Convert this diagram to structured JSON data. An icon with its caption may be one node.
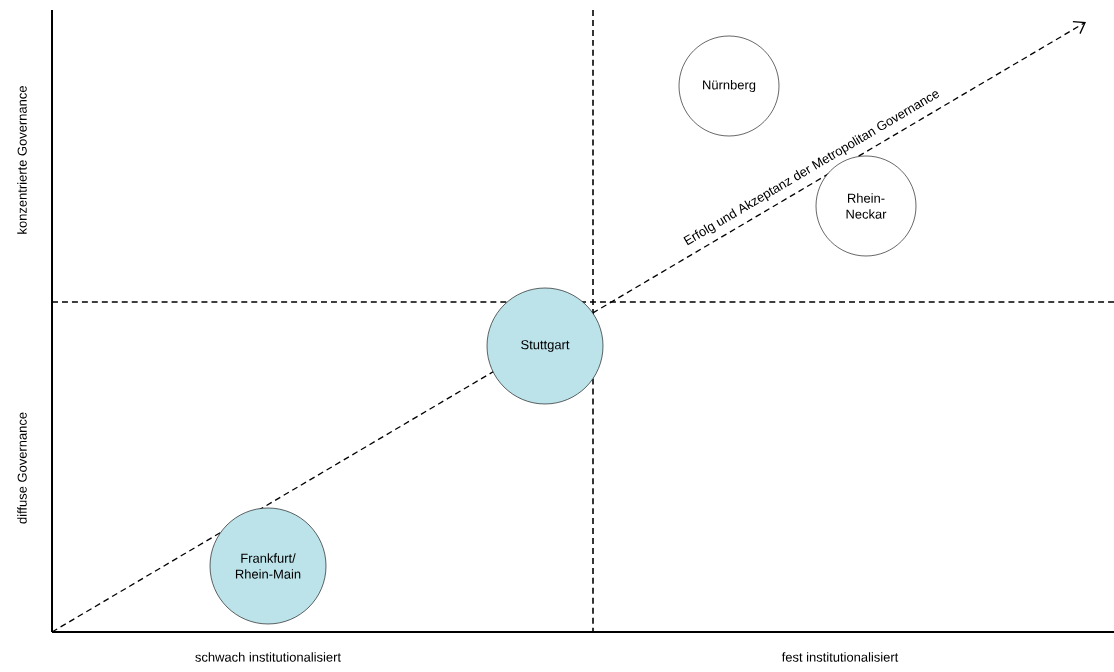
{
  "diagram": {
    "nodes": [
      {
        "text": [
          "Nürnberg"
        ]
      },
      {
        "text": [
          "Rhein- Neckar"
        ]
      },
      {
        "text": [
          "Stuttgart"
        ]
      },
      {
        "text": [
          "Frankfurt/ Rhein-Main"
        ]
      }
    ],
    "labels": [
      "konzentrierte Governance",
      "diffuse Governance",
      "schwach institutionalisiert",
      "fest institutionalisiert",
      "Erfolg und Akzeptanz der Metropolitan Governance"
    ]
  }
}
